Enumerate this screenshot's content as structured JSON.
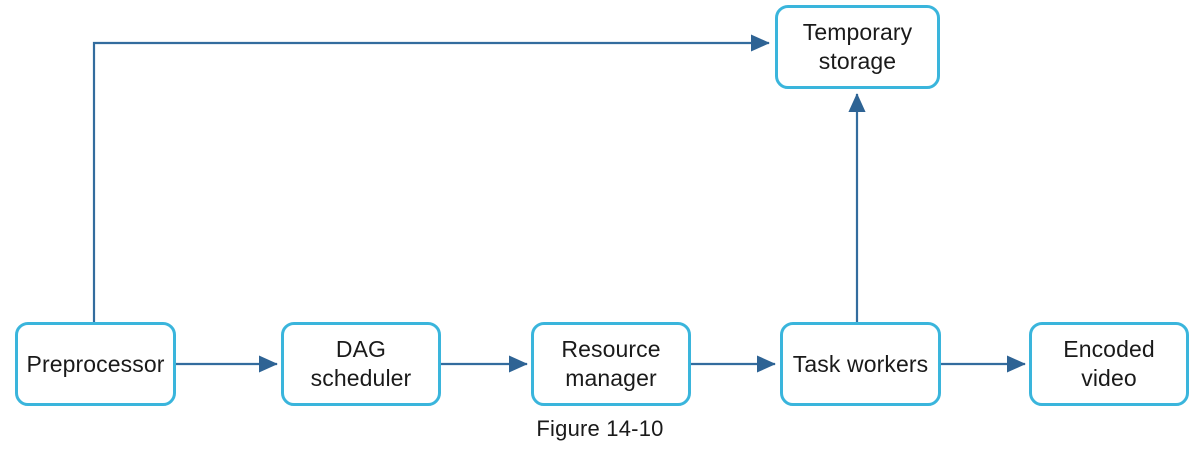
{
  "figure": {
    "caption": "Figure 14-10",
    "colors": {
      "node_border": "#3AB5DC",
      "node_fill": "#FFFFFF",
      "edge_line": "#336C9E",
      "arrow_head": "#2E6394",
      "text": "#1A1A1A",
      "background": "#FFFFFF"
    }
  },
  "nodes": {
    "temporary_storage": {
      "label": "Temporary\nstorage"
    },
    "preprocessor": {
      "label": "Preprocessor"
    },
    "dag_scheduler": {
      "label": "DAG\nscheduler"
    },
    "resource_manager": {
      "label": "Resource\nmanager"
    },
    "task_workers": {
      "label": "Task workers"
    },
    "encoded_video": {
      "label": "Encoded\nvideo"
    }
  },
  "edges": [
    {
      "name": "preprocessor-to-temporary-storage",
      "from": "Preprocessor",
      "to": "Temporary storage",
      "label": ""
    },
    {
      "name": "preprocessor-to-dag-scheduler",
      "from": "Preprocessor",
      "to": "DAG scheduler",
      "label": ""
    },
    {
      "name": "dag-scheduler-to-resource-manager",
      "from": "DAG scheduler",
      "to": "Resource manager",
      "label": ""
    },
    {
      "name": "resource-manager-to-task-workers",
      "from": "Resource manager",
      "to": "Task workers",
      "label": ""
    },
    {
      "name": "task-workers-to-temporary-storage",
      "from": "Task workers",
      "to": "Temporary storage",
      "label": ""
    },
    {
      "name": "task-workers-to-encoded-video",
      "from": "Task workers",
      "to": "Encoded video",
      "label": ""
    }
  ]
}
